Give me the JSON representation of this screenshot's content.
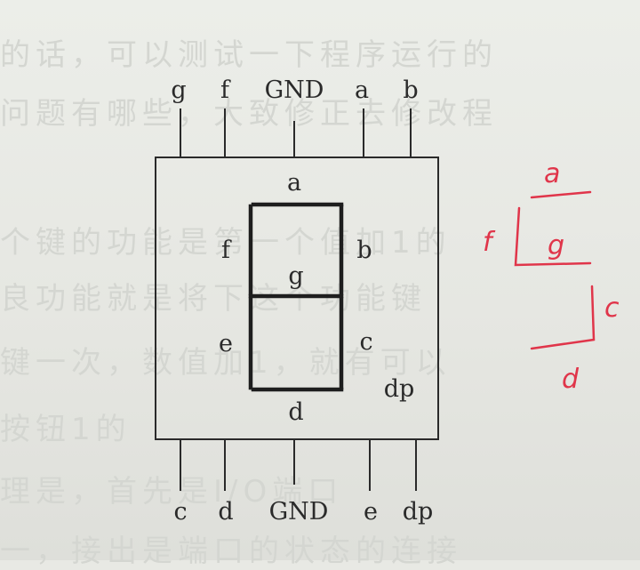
{
  "pins_top": [
    "g",
    "f",
    "GND",
    "a",
    "b"
  ],
  "pins_bottom": [
    "c",
    "d",
    "GND",
    "e",
    "dp"
  ],
  "segments": {
    "a": "a",
    "b": "b",
    "c": "c",
    "d": "d",
    "e": "e",
    "f": "f",
    "g": "g",
    "dp": "dp"
  },
  "handwritten": {
    "a": "a",
    "f": "f",
    "g": "g",
    "c": "c",
    "d": "d"
  },
  "background_text": [
    "的话，可以测试一下程序运行的",
    "问题有哪些，大致修正去修改程",
    "个键的功能是第一个值加1的",
    "良功能就是将下这个功能键",
    "键一次，数值加1，就有可以",
    "按钮1的",
    "理是，首先是I/O端口",
    "一，接出是端口的状态的连接"
  ],
  "colors": {
    "ink": "#2a2a2a",
    "red_pen": "#e0354a",
    "paper": "#e8e9e4"
  }
}
